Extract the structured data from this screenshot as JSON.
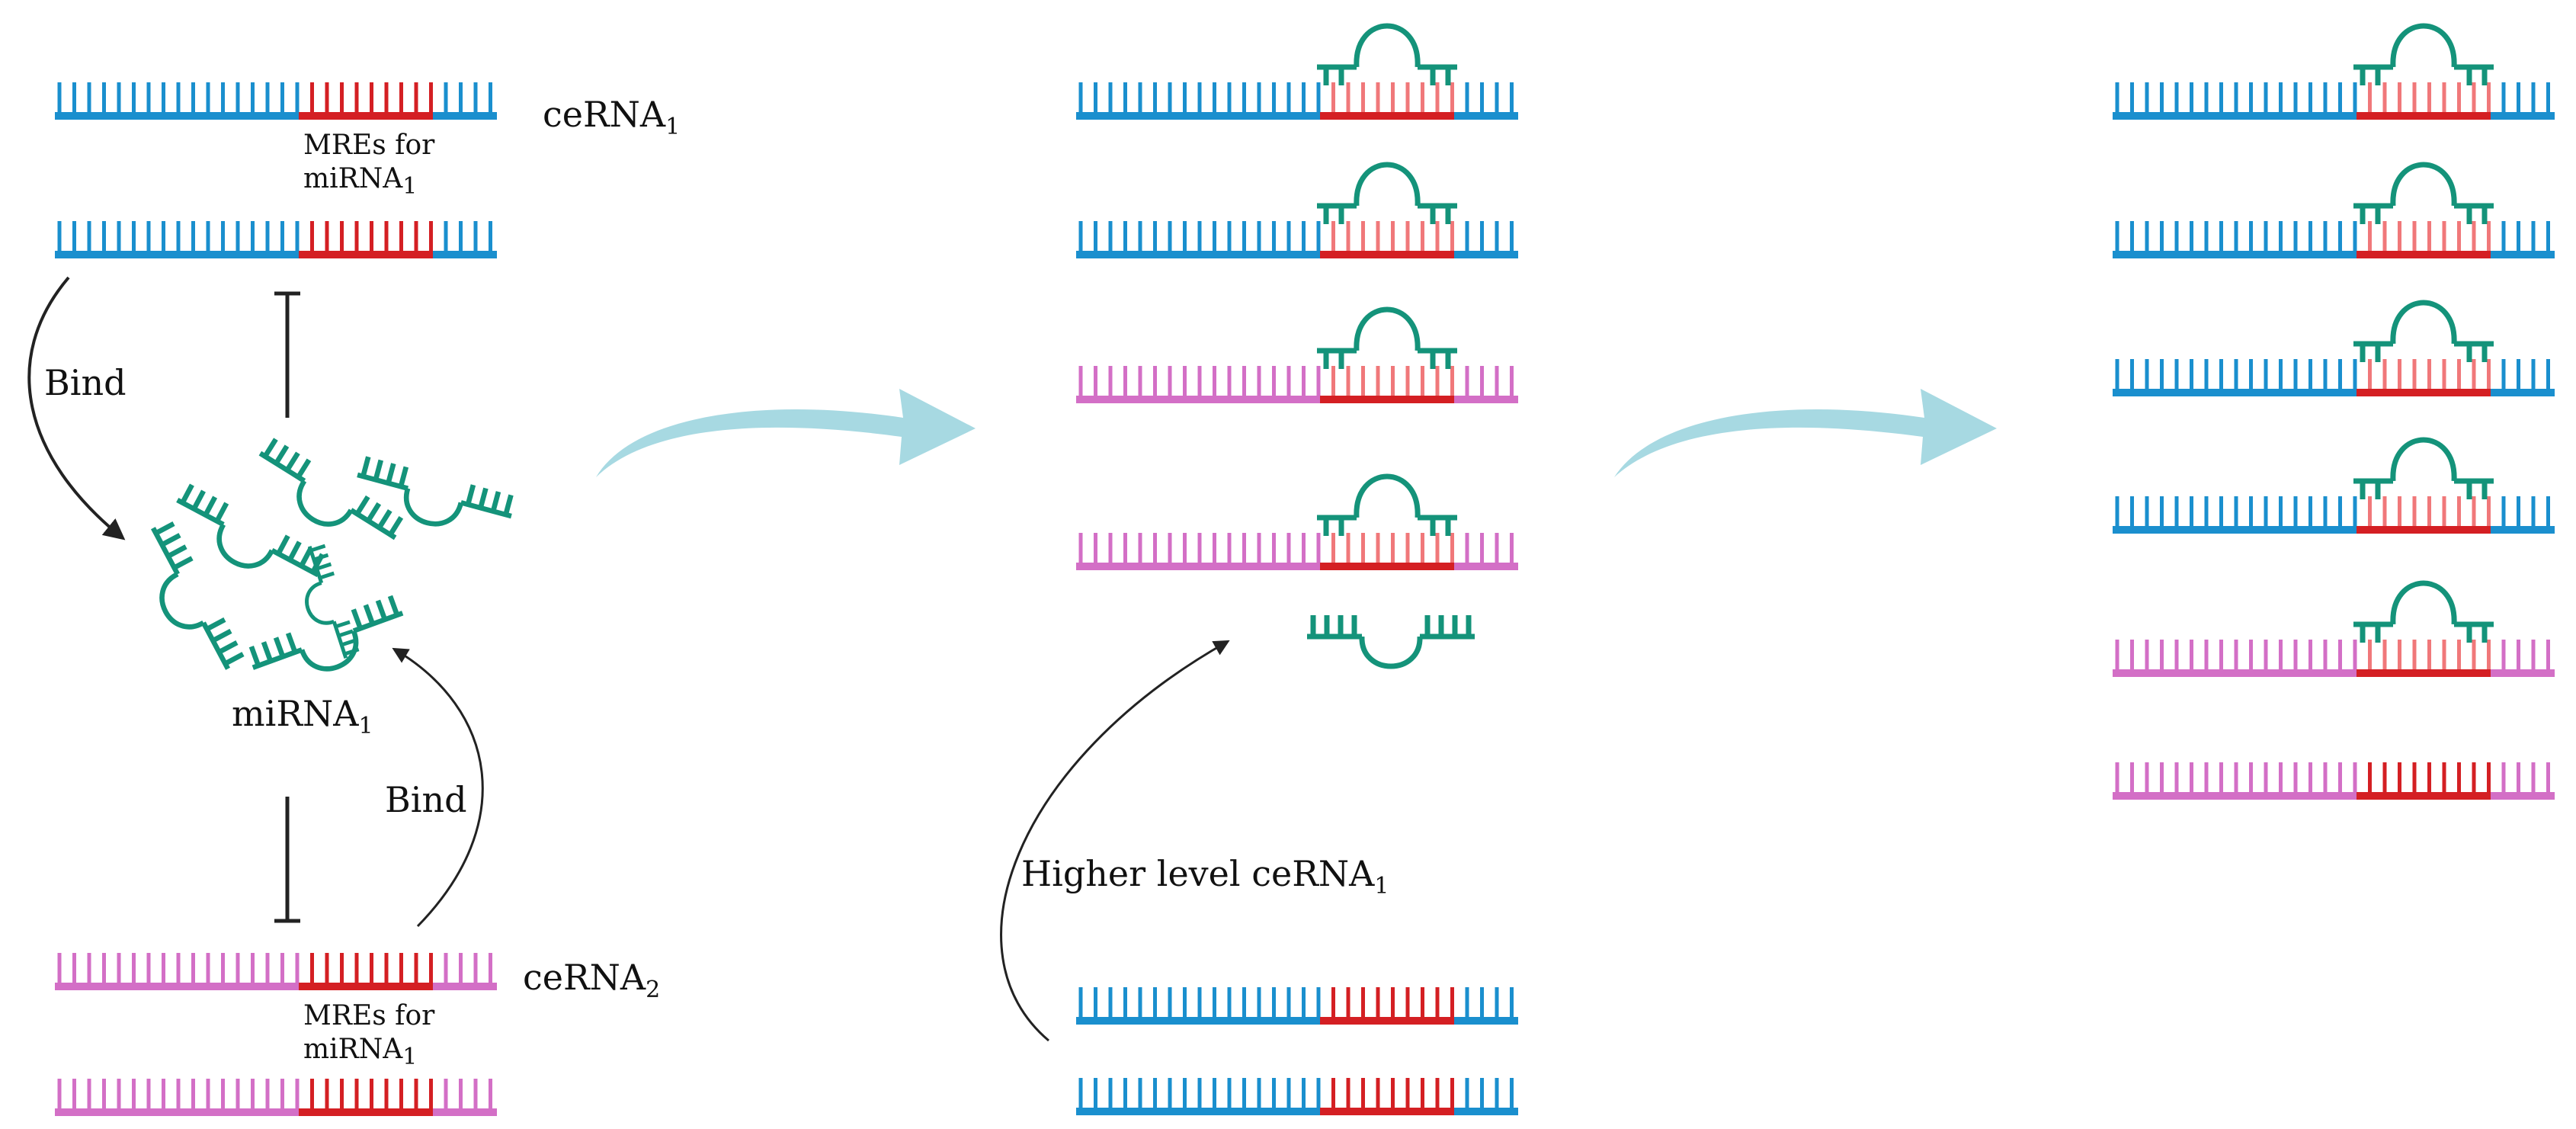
{
  "colors": {
    "cerna1_strand": "#1a8fce",
    "cerna2_strand": "#d36fc6",
    "mre_region": "#d41f23",
    "mre_teeth": "#f0787a",
    "mirna": "#14937a",
    "flow_arrow": "#a7d9e2",
    "pointer_arrow": "#222222"
  },
  "labels": {
    "cerna1": {
      "text": "ceRNA",
      "sub": "1"
    },
    "cerna2": {
      "text": "ceRNA",
      "sub": "2"
    },
    "mres_top": {
      "line1": "MREs for",
      "line2_text": "miRNA",
      "line2_sub": "1"
    },
    "mres_bottom": {
      "line1": "MREs for",
      "line2_text": "miRNA",
      "line2_sub": "1"
    },
    "mirna": {
      "text": "miRNA",
      "sub": "1"
    },
    "bind_top": "Bind",
    "bind_bottom": "Bind",
    "higher_level": {
      "text": "Higher level ceRNA",
      "sub": "1"
    }
  },
  "icons": [
    "inhibition-bar-icon",
    "curved-arrow-icon",
    "flow-arrow-icon",
    "mirna-hairpin-icon"
  ],
  "panels": {
    "left": {
      "top_strands": [
        "cerna1",
        "cerna1"
      ],
      "bottom_strands": [
        "cerna2",
        "cerna2"
      ],
      "free_mirna_count": 6
    },
    "middle": {
      "bound_strands": [
        "cerna1",
        "cerna1",
        "cerna2",
        "cerna2"
      ],
      "free_mirna_count": 1,
      "incoming_strands": [
        "cerna1",
        "cerna1"
      ]
    },
    "right": {
      "bound_strands": [
        "cerna1",
        "cerna1",
        "cerna1",
        "cerna1",
        "cerna2"
      ],
      "unbound_strands": [
        "cerna2"
      ]
    }
  }
}
